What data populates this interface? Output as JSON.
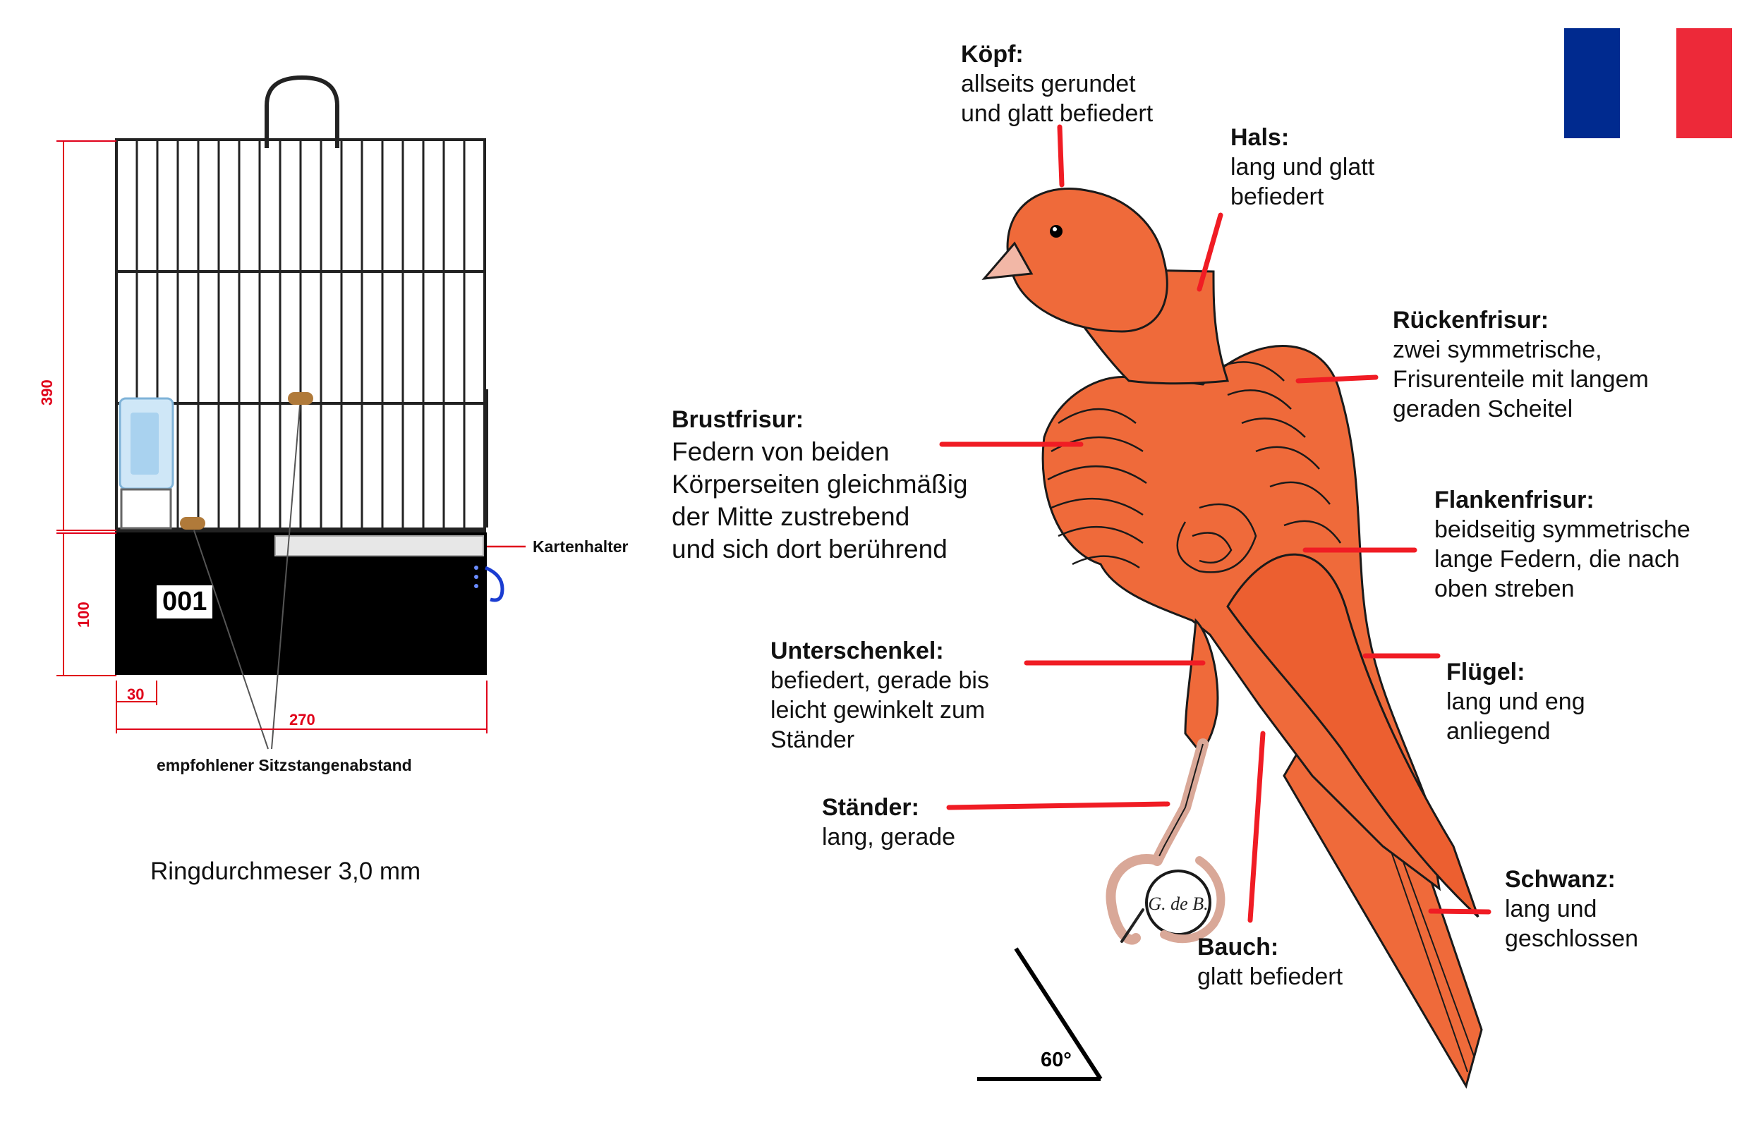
{
  "cage": {
    "dim_height": "390",
    "dim_base_height": "100",
    "dim_offset": "30",
    "dim_width": "270",
    "number": "001",
    "card_holder_label": "Kartenhalter",
    "perch_note": "empfohlener Sitzstangenabstand",
    "ring_diameter": "Ringdurchmeser  3,0 mm"
  },
  "bird": {
    "angle_label": "60°",
    "signature": "G. de B.",
    "labels": {
      "kopf": {
        "head": "Köpf:",
        "lines": [
          "allseits gerundet",
          "und glatt befiedert"
        ]
      },
      "hals": {
        "head": "Hals:",
        "lines": [
          "lang und glatt",
          "befiedert"
        ]
      },
      "ruecken": {
        "head": "Rückenfrisur:",
        "lines": [
          "zwei symmetrische,",
          "Frisurenteile mit langem",
          "geraden Scheitel"
        ]
      },
      "brust": {
        "head": "Brustfrisur:",
        "lines": [
          "Federn von beiden",
          "Körperseiten gleichmäßig",
          "der Mitte zustrebend",
          "und sich dort berührend"
        ]
      },
      "flanken": {
        "head": "Flankenfrisur:",
        "lines": [
          "beidseitig symmetrische",
          "lange Federn, die nach",
          "oben streben"
        ]
      },
      "unterschenkel": {
        "head": "Unterschenkel:",
        "lines": [
          "befiedert, gerade bis",
          "leicht gewinkelt zum",
          "Ständer"
        ]
      },
      "fluegel": {
        "head": "Flügel:",
        "lines": [
          "lang und eng",
          "anliegend"
        ]
      },
      "staender": {
        "head": "Ständer:",
        "lines": [
          "lang, gerade"
        ]
      },
      "schwanz": {
        "head": "Schwanz:",
        "lines": [
          "lang und",
          "geschlossen"
        ]
      },
      "bauch": {
        "head": "Bauch:",
        "lines": [
          "glatt befiedert"
        ]
      }
    }
  },
  "colors": {
    "bird_orange": "#ef6a3a",
    "pointer_red": "#f01c24",
    "dim_red": "#e0001a",
    "flag_blue": "#002a8f",
    "flag_red": "#ed2939"
  }
}
